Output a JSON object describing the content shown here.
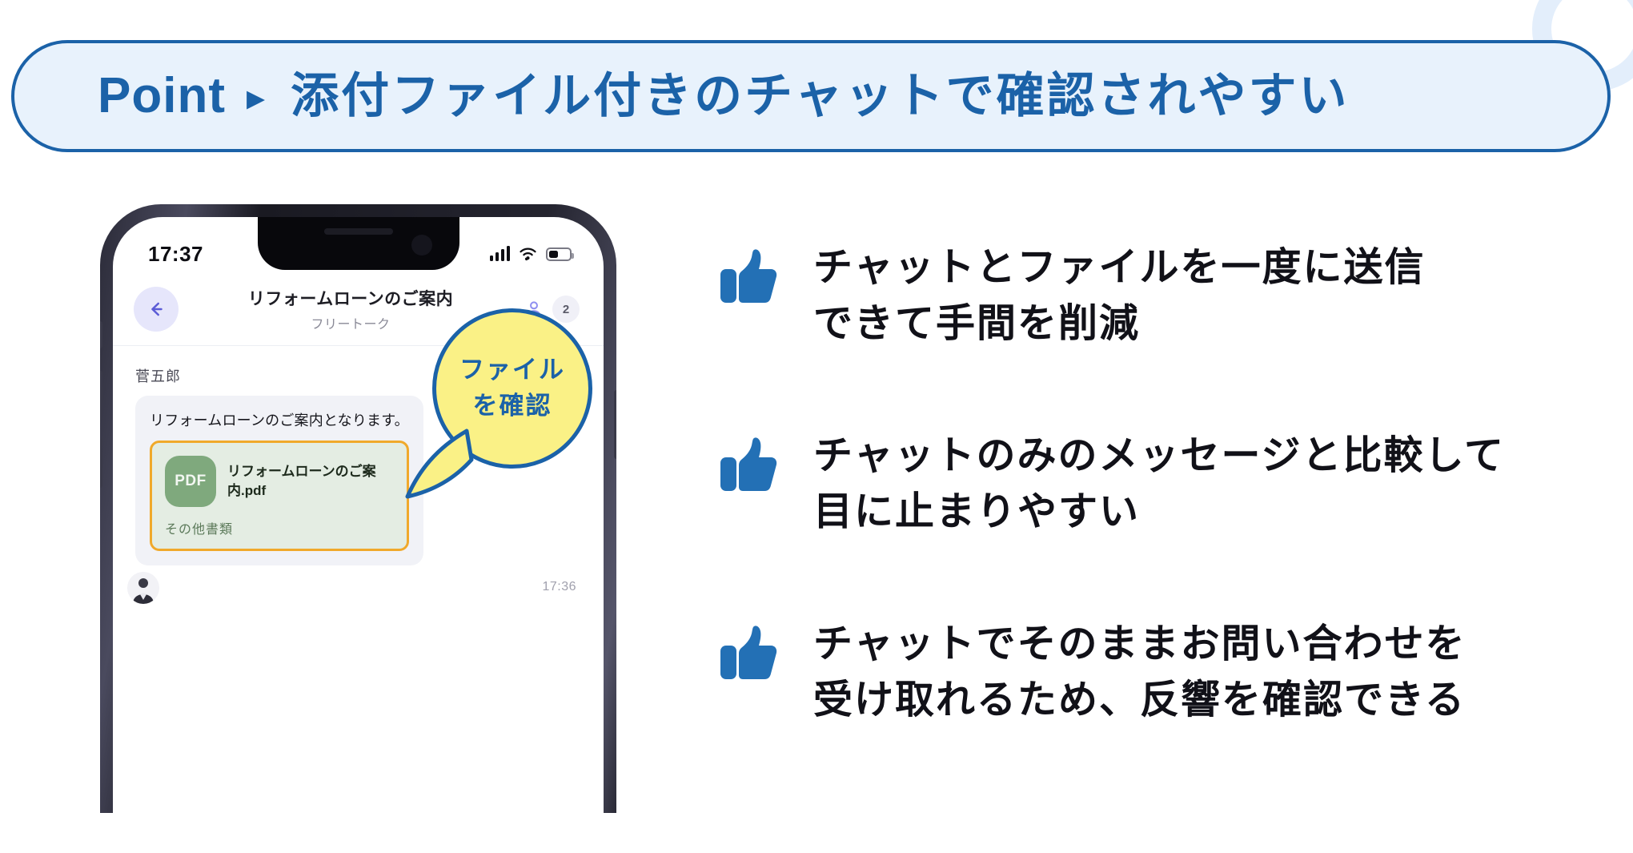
{
  "banner": {
    "point_label": "Point",
    "caret": "caret-right-icon",
    "title": "添付ファイル付きのチャットで確認されやすい"
  },
  "colors": {
    "brand_blue": "#1b62a8",
    "banner_bg": "#e8f2fc",
    "thumb_blue": "#2370b5",
    "bubble_yellow": "#faf186",
    "file_border": "#f0a92b",
    "pdf_green": "#7fa97d"
  },
  "phone": {
    "status_bar": {
      "time": "17:37",
      "signal_icon": "cellular-signal-icon",
      "wifi_icon": "wifi-icon",
      "battery_icon": "battery-icon"
    },
    "chat_header": {
      "back_icon": "back-arrow-icon",
      "title": "リフォームローンのご案内",
      "subtitle": "フリートーク",
      "member_icon": "person-icon",
      "member_count": "2"
    },
    "message": {
      "sender": "菅五郎",
      "text": "リフォームローンのご案内となります。",
      "file": {
        "badge": "PDF",
        "name": "リフォームローンのご案内.pdf",
        "category": "その他書類"
      },
      "avatar": "user-avatar",
      "time": "17:36"
    }
  },
  "callout": {
    "line1": "ファイル",
    "line2": "を確認"
  },
  "bullets": [
    {
      "icon": "thumbs-up-icon",
      "line1": "チャットとファイルを一度に送信",
      "line2": "できて手間を削減"
    },
    {
      "icon": "thumbs-up-icon",
      "line1": "チャットのみのメッセージと比較して",
      "line2": "目に止まりやすい"
    },
    {
      "icon": "thumbs-up-icon",
      "line1": "チャットでそのままお問い合わせを",
      "line2": "受け取れるため、反響を確認できる"
    }
  ]
}
